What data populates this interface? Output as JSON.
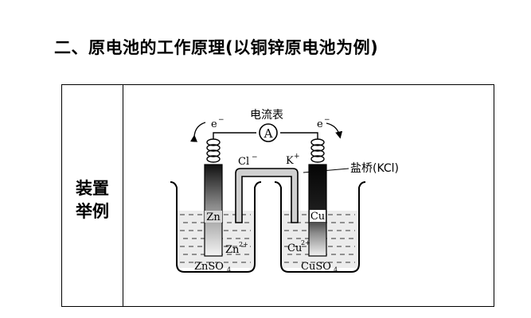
{
  "heading": "二、原电池的工作原理(以铜锌原电池为例)",
  "row_label": [
    "装置",
    "举例"
  ],
  "diagram": {
    "ammeter_title": "电流表",
    "ammeter_symbol": "A",
    "electron_left": "e",
    "electron_right": "e",
    "electron_charge": "−",
    "anion": "Cl",
    "anion_charge": "−",
    "cation": "K",
    "cation_charge": "+",
    "salt_bridge": "盐桥(KCl)",
    "left_electrode": "Zn",
    "left_ion": "Zn",
    "left_ion_charge": "2+",
    "right_electrode": "Cu",
    "right_ion": "Cu",
    "right_ion_charge": "2+",
    "left_solution": "ZnSO",
    "left_solution_sub": "4",
    "right_solution": "CuSO",
    "right_solution_sub": "4"
  }
}
